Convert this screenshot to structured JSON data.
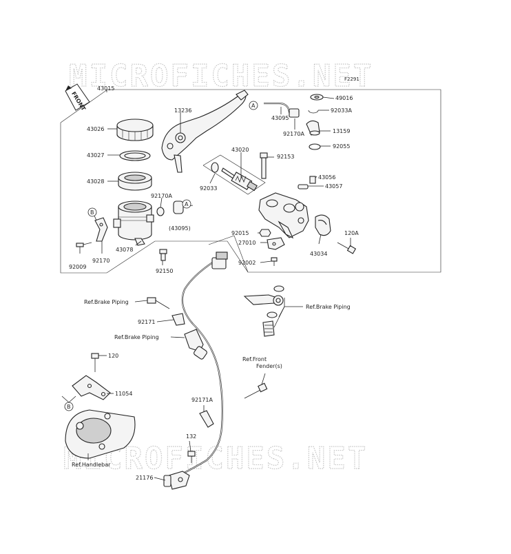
{
  "watermark": "MICROFICHES.NET",
  "diagram_code": "F2291",
  "front_label": "FRONT",
  "parts": {
    "p43015": "43015",
    "p43026": "43026",
    "p43027": "43027",
    "p43028": "43028",
    "p92170A_1": "92170A",
    "p43095_paren": "(43095)",
    "p43078": "43078",
    "p92170": "92170",
    "p92009": "92009",
    "p92150": "92150",
    "p13236": "13236",
    "p43020": "43020",
    "p92033": "92033",
    "p92153": "92153",
    "p43095": "43095",
    "p92170A_2": "92170A",
    "p49016": "49016",
    "p92033A": "92033A",
    "p13159": "13159",
    "p92055": "92055",
    "p43056": "43056",
    "p43057": "43057",
    "p92015": "92015",
    "p27010": "27010",
    "p92002": "92002",
    "p43034": "43034",
    "p120A": "120A",
    "p92171": "92171",
    "p120": "120",
    "p11054": "11054",
    "p92171A": "92171A",
    "p132": "132",
    "p21176": "21176"
  },
  "refs": {
    "brake_piping_1": "Ref.Brake Piping",
    "brake_piping_2": "Ref.Brake Piping",
    "brake_piping_3": "Ref.Brake Piping",
    "front_fender_1": "Ref.Front",
    "front_fender_2": "Fender(s)",
    "handlebar": "Ref.Handlebar"
  },
  "markers": {
    "A1": "A",
    "A2": "A",
    "B1": "B",
    "B2": "B"
  }
}
